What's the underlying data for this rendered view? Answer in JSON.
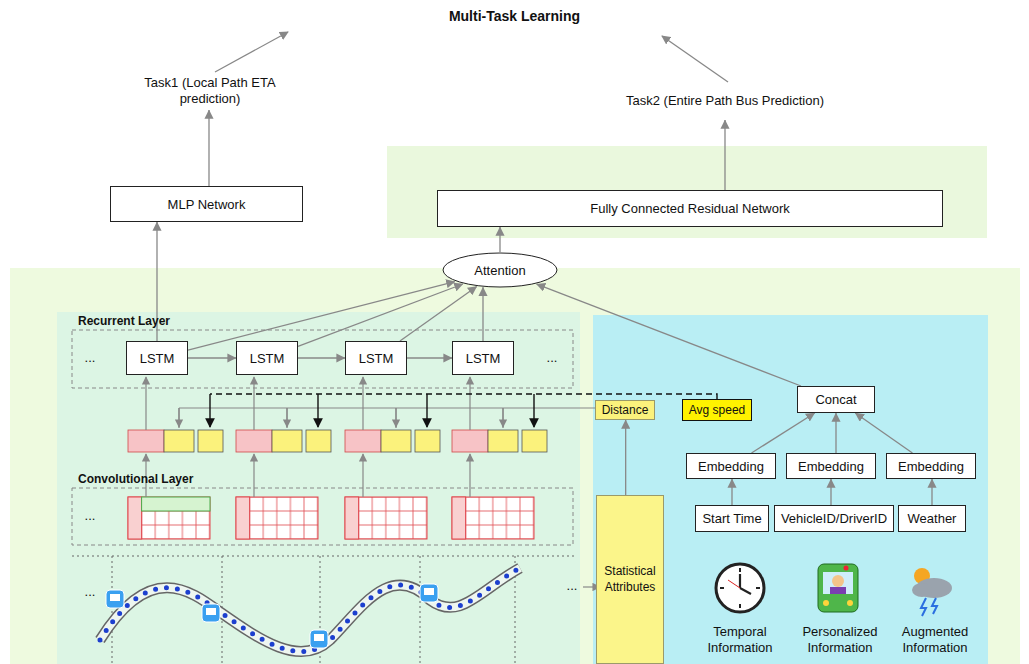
{
  "diagram": {
    "title": "Multi-Task Learning",
    "nodes": [
      {
        "text": [
          "Task1 (Local Path ETA prediction)"
        ]
      },
      {
        "text": [
          "Task2 (Entire Path Bus Prediction)"
        ]
      },
      {
        "text": [
          "MLP Network"
        ]
      },
      {
        "text": [
          "Fully Connected Residual Network"
        ]
      },
      {
        "text": [
          "Attention"
        ]
      },
      {
        "text": [
          "Recurrent Layer"
        ]
      },
      {
        "text": [
          "LSTM"
        ],
        "in": 5
      },
      {
        "text": [
          "LSTM"
        ],
        "in": 5
      },
      {
        "text": [
          "LSTM"
        ],
        "in": 5
      },
      {
        "text": [
          "LSTM"
        ],
        "in": 5
      },
      {
        "text": [
          "Convolutional Layer"
        ]
      },
      {
        "text": [
          "Distance"
        ]
      },
      {
        "text": [
          "Avg speed"
        ]
      },
      {
        "text": [
          "Concat"
        ]
      },
      {
        "text": [
          "Embedding"
        ]
      },
      {
        "text": [
          "Embedding"
        ]
      },
      {
        "text": [
          "Embedding"
        ]
      },
      {
        "text": [
          "Start Time"
        ]
      },
      {
        "text": [
          "VehicleID/DriverID"
        ]
      },
      {
        "text": [
          "Weather"
        ]
      },
      {
        "text": [
          "Statistical Attributes"
        ]
      }
    ],
    "edges": [
      {
        "from": 2,
        "to": 0,
        "arrow": "to"
      },
      {
        "from": 3,
        "to": 1,
        "arrow": "to"
      },
      {
        "from": 4,
        "to": 3,
        "arrow": "to"
      },
      {
        "from": 6,
        "to": 2,
        "arrow": "to"
      },
      {
        "from": 6,
        "to": 7,
        "arrow": "to"
      },
      {
        "from": 7,
        "to": 8,
        "arrow": "to"
      },
      {
        "from": 8,
        "to": 9,
        "arrow": "to"
      },
      {
        "from": 6,
        "to": 4,
        "arrow": "to"
      },
      {
        "from": 7,
        "to": 4,
        "arrow": "to"
      },
      {
        "from": 8,
        "to": 4,
        "arrow": "to"
      },
      {
        "from": 9,
        "to": 4,
        "arrow": "to"
      },
      {
        "from": 13,
        "to": 4,
        "arrow": "to"
      },
      {
        "from": 14,
        "to": 13,
        "arrow": "to"
      },
      {
        "from": 15,
        "to": 13,
        "arrow": "to"
      },
      {
        "from": 16,
        "to": 13,
        "arrow": "to"
      },
      {
        "from": 17,
        "to": 14,
        "arrow": "to"
      },
      {
        "from": 18,
        "to": 15,
        "arrow": "to"
      },
      {
        "from": 19,
        "to": 16,
        "arrow": "to"
      },
      {
        "from": 20,
        "to": 11,
        "arrow": "to"
      }
    ],
    "labels": [
      "...",
      "...",
      "...",
      "...",
      "...",
      "Temporal Information",
      "Personalized Information",
      "Augmented Information"
    ]
  }
}
